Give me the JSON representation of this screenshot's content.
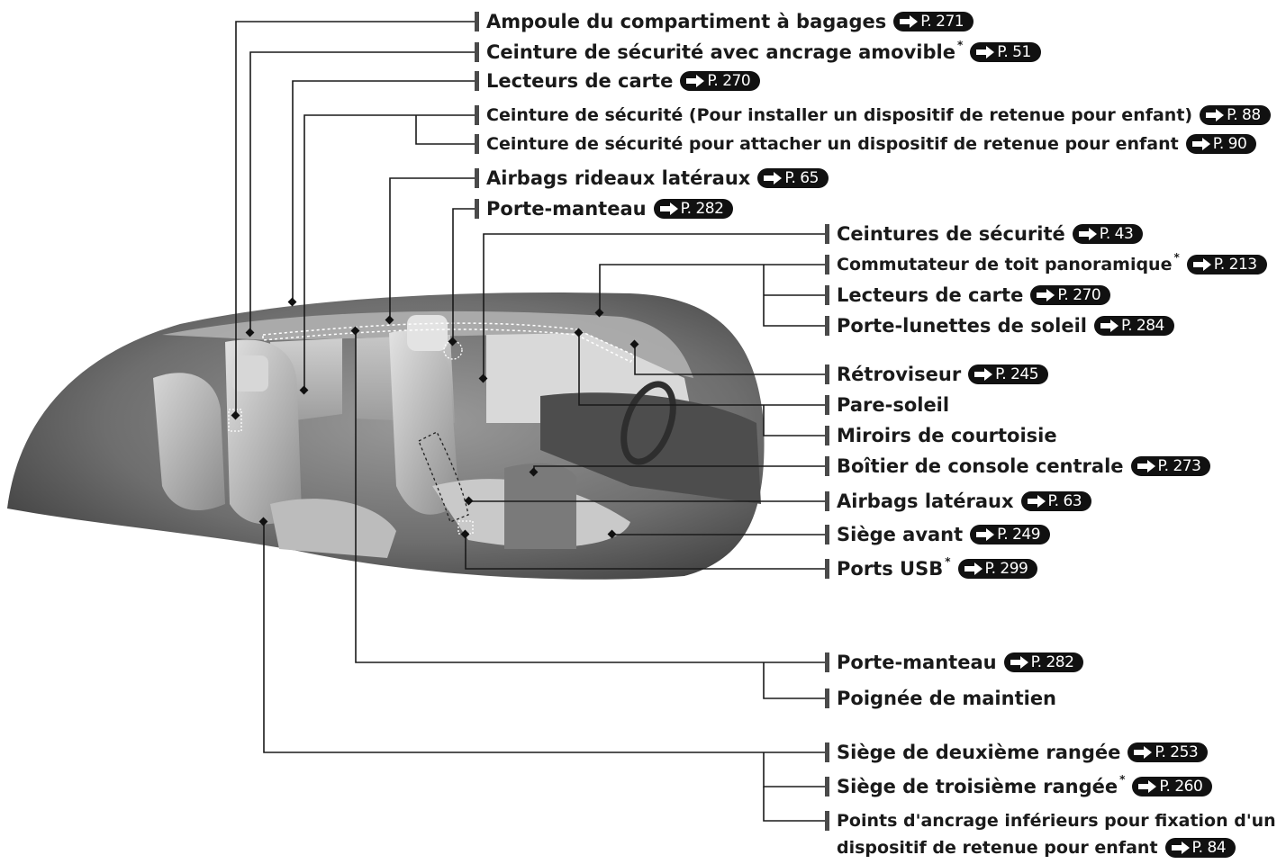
{
  "labels": [
    {
      "id": "ampoule",
      "text": "Ampoule du compartiment à bagages",
      "star": "",
      "ref": "P. 271"
    },
    {
      "id": "ceinture-amovible",
      "text": "Ceinture de sécurité avec ancrage amovible",
      "star": "*",
      "ref": "P. 51"
    },
    {
      "id": "lecteurs-carte-1",
      "text": "Lecteurs de carte",
      "star": "",
      "ref": "P. 270"
    },
    {
      "id": "ceinture-installer",
      "text": "Ceinture de sécurité (Pour installer un dispositif de retenue pour enfant)",
      "star": "",
      "ref": "P. 88"
    },
    {
      "id": "ceinture-attacher",
      "text": "Ceinture de sécurité pour attacher un dispositif de retenue pour enfant",
      "star": "",
      "ref": "P. 90"
    },
    {
      "id": "airbags-rideaux",
      "text": "Airbags rideaux latéraux",
      "star": "",
      "ref": "P. 65"
    },
    {
      "id": "porte-manteau-1",
      "text": "Porte-manteau",
      "star": "",
      "ref": "P. 282"
    },
    {
      "id": "ceintures",
      "text": "Ceintures de sécurité",
      "star": "",
      "ref": "P. 43"
    },
    {
      "id": "commutateur",
      "text": "Commutateur de toit panoramique",
      "star": "*",
      "ref": "P. 213"
    },
    {
      "id": "lecteurs-carte-2",
      "text": "Lecteurs de carte",
      "star": "",
      "ref": "P. 270"
    },
    {
      "id": "porte-lunettes",
      "text": "Porte-lunettes de soleil",
      "star": "",
      "ref": "P. 284"
    },
    {
      "id": "retroviseur",
      "text": "Rétroviseur",
      "star": "",
      "ref": "P. 245"
    },
    {
      "id": "pare-soleil",
      "text": "Pare-soleil",
      "star": "",
      "ref": ""
    },
    {
      "id": "miroirs",
      "text": "Miroirs de courtoisie",
      "star": "",
      "ref": ""
    },
    {
      "id": "boitier",
      "text": "Boîtier de console centrale",
      "star": "",
      "ref": "P. 273"
    },
    {
      "id": "airbags-lateraux",
      "text": "Airbags latéraux",
      "star": "",
      "ref": "P. 63"
    },
    {
      "id": "siege-avant",
      "text": "Siège avant",
      "star": "",
      "ref": "P. 249"
    },
    {
      "id": "ports-usb",
      "text": "Ports USB",
      "star": "*",
      "ref": "P. 299"
    },
    {
      "id": "porte-manteau-2",
      "text": "Porte-manteau",
      "star": "",
      "ref": "P. 282"
    },
    {
      "id": "poignee",
      "text": "Poignée de maintien",
      "star": "",
      "ref": ""
    },
    {
      "id": "siege-deuxieme",
      "text": "Siège de deuxième rangée",
      "star": "",
      "ref": "P. 253"
    },
    {
      "id": "siege-troisieme",
      "text": "Siège de troisième rangée",
      "star": "*",
      "ref": "P. 260"
    },
    {
      "id": "points-ancrage-1",
      "text": "Points d'ancrage inférieurs pour fixation d'un",
      "star": "",
      "ref": ""
    },
    {
      "id": "points-ancrage-2",
      "text": "dispositif de retenue pour enfant",
      "star": "",
      "ref": "P. 84"
    }
  ]
}
